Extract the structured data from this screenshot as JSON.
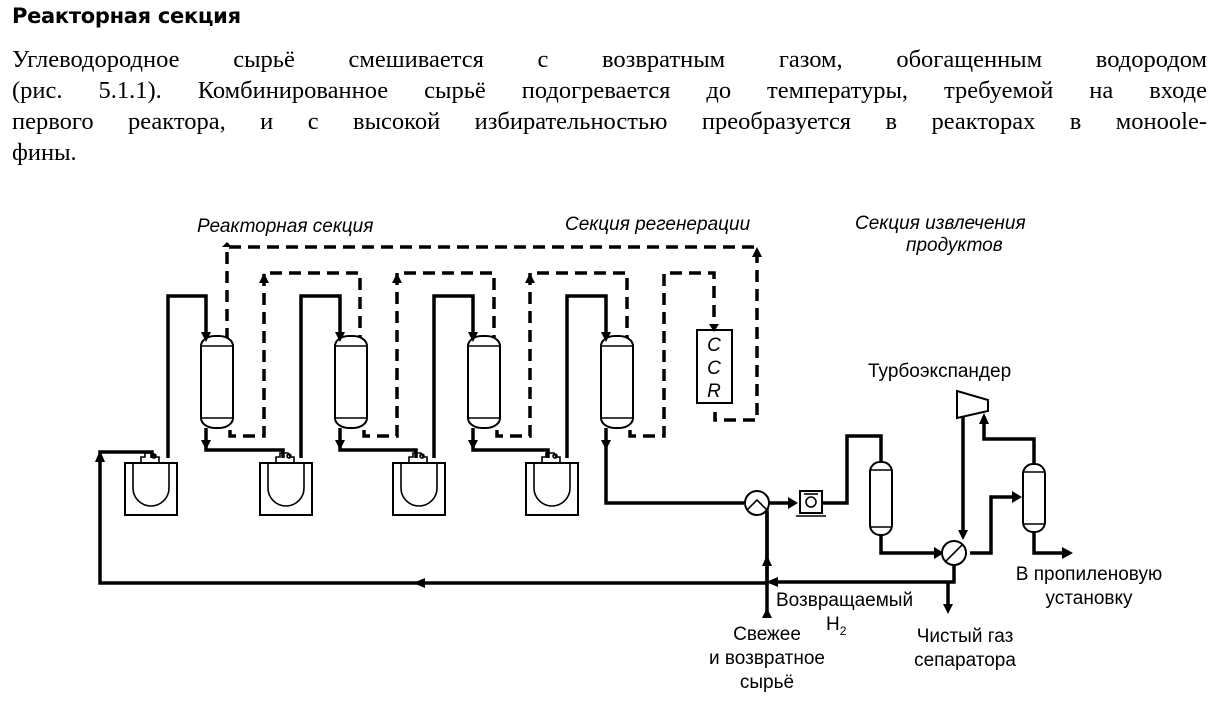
{
  "section_title": "Реакторная секция",
  "paragraph": {
    "line1": "Углеводородное сырьё смешивается с возвратным газом, обогащенным водородом",
    "line2": "(рис. 5.1.1). Комбинированное сырьё подогревается до температуры, требуемой на входе",
    "line3": "первого реактора, и с высокой избирательностью преобразуется в реакторах в моноole-",
    "line4": "фины."
  },
  "diagram": {
    "section_labels": {
      "reactor": "Реакторная секция",
      "regeneration": "Секция регенерации",
      "recovery_line1": "Секция извлечения",
      "recovery_line2": "продуктов"
    },
    "ccr_letters": [
      "C",
      "C",
      "R"
    ],
    "equipment_labels": {
      "turboexpander": "Турбоэкспандер"
    },
    "stream_labels": {
      "recycle_h2_line1": "Возвращаемый",
      "recycle_h2_line2": "H",
      "recycle_h2_sub": "2",
      "feed_line1": "Свежее",
      "feed_line2": "и возвратное",
      "feed_line3": "сырьё",
      "net_gas_line1": "Чистый газ",
      "net_gas_line2": "сепаратора",
      "to_propylene_line1": "В пропиленовую",
      "to_propylene_line2": "установку"
    },
    "reactor_count": 4,
    "heater_count": 4
  }
}
